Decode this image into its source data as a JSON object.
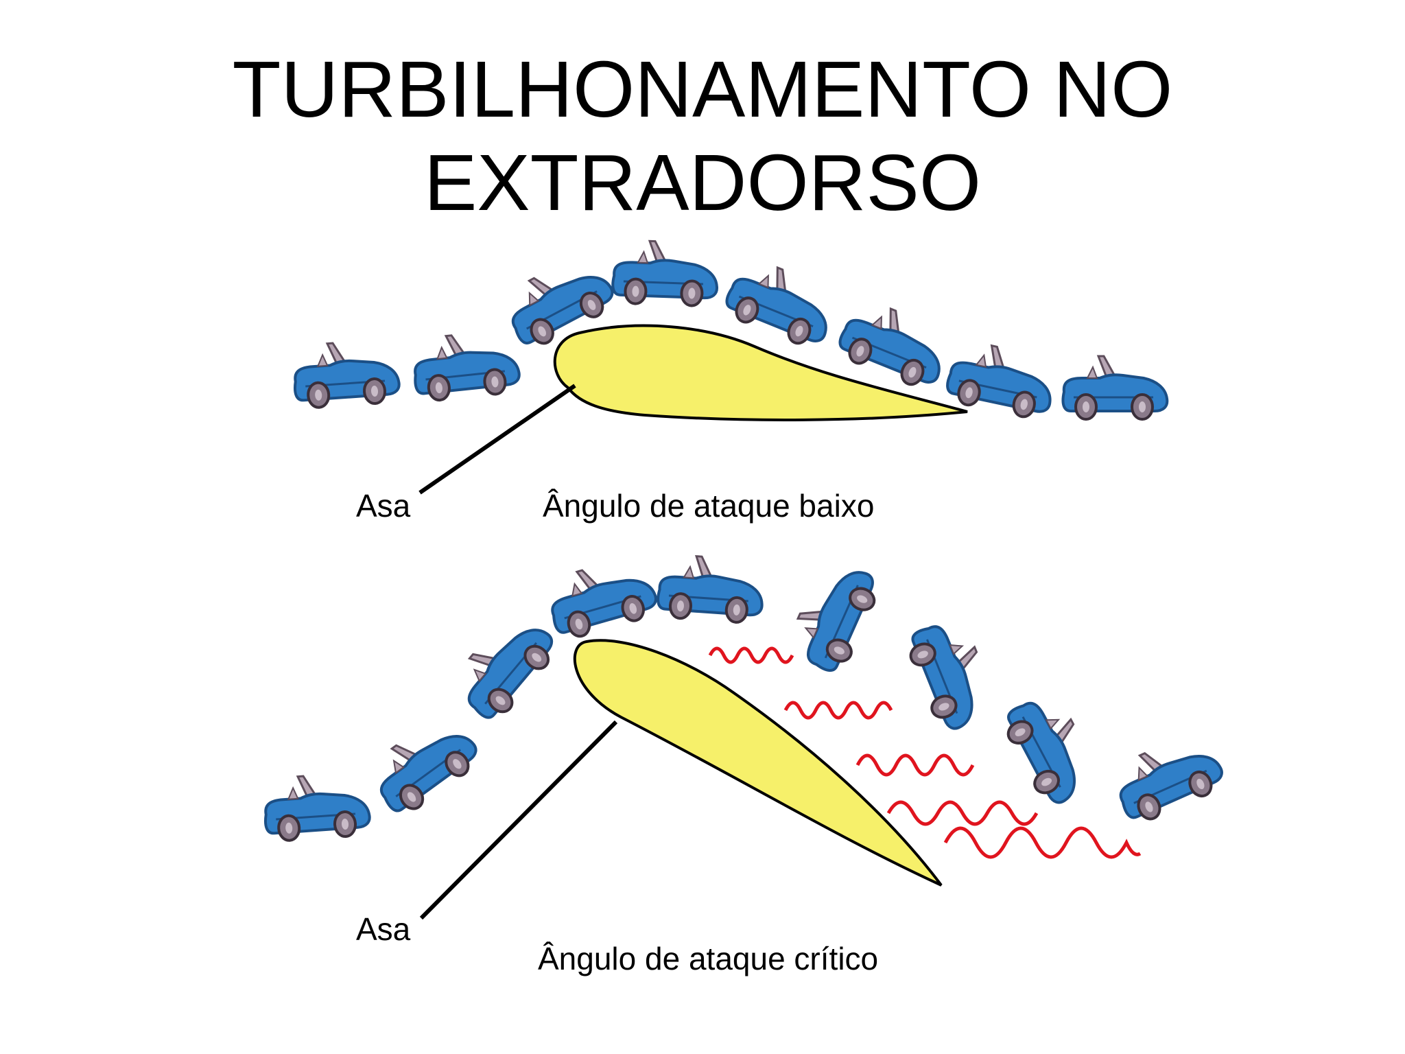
{
  "title": {
    "line1": "TURBILHONAMENTO NO",
    "line2": "EXTRADORSO"
  },
  "panels": {
    "low": {
      "wing_label": "Asa",
      "caption": "Ângulo de ataque baixo"
    },
    "critical": {
      "wing_label": "Asa",
      "caption": "Ângulo de ataque crítico"
    }
  },
  "colors": {
    "car_body": "#2f7fc8",
    "car_outline": "#1b4f86",
    "wheel": "#8a7a8a",
    "wing_fill": "#f6f06a",
    "wing_outline": "#000000",
    "turbulence": "#e0141e"
  },
  "icons": {
    "car": "convertible-car-icon",
    "turbulence": "wavy-line-icon"
  }
}
